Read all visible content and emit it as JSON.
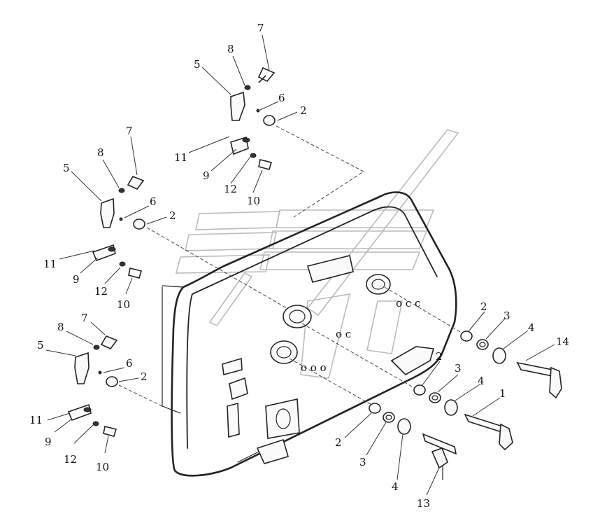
{
  "diagram": {
    "type": "exploded-parts-diagram",
    "callouts": [
      {
        "id": "c7a",
        "text": "7"
      },
      {
        "id": "c8a",
        "text": "8"
      },
      {
        "id": "c5a",
        "text": "5"
      },
      {
        "id": "c6a",
        "text": "6"
      },
      {
        "id": "c2a",
        "text": "2"
      },
      {
        "id": "c11a",
        "text": "11"
      },
      {
        "id": "c9a",
        "text": "9"
      },
      {
        "id": "c12a",
        "text": "12"
      },
      {
        "id": "c10a",
        "text": "10"
      },
      {
        "id": "c7b",
        "text": "7"
      },
      {
        "id": "c8b",
        "text": "8"
      },
      {
        "id": "c5b",
        "text": "5"
      },
      {
        "id": "c6b",
        "text": "6"
      },
      {
        "id": "c2b",
        "text": "2"
      },
      {
        "id": "c11b",
        "text": "11"
      },
      {
        "id": "c9b",
        "text": "9"
      },
      {
        "id": "c12b",
        "text": "12"
      },
      {
        "id": "c10b",
        "text": "10"
      },
      {
        "id": "c7c",
        "text": "7"
      },
      {
        "id": "c8c",
        "text": "8"
      },
      {
        "id": "c5c",
        "text": "5"
      },
      {
        "id": "c6c",
        "text": "6"
      },
      {
        "id": "c2c",
        "text": "2"
      },
      {
        "id": "c11c",
        "text": "11"
      },
      {
        "id": "c9c",
        "text": "9"
      },
      {
        "id": "c12c",
        "text": "12"
      },
      {
        "id": "c10c",
        "text": "10"
      },
      {
        "id": "c2d",
        "text": "2"
      },
      {
        "id": "c3d",
        "text": "3"
      },
      {
        "id": "c4d",
        "text": "4"
      },
      {
        "id": "c14",
        "text": "14"
      },
      {
        "id": "c2e",
        "text": "2"
      },
      {
        "id": "c3e",
        "text": "3"
      },
      {
        "id": "c4e",
        "text": "4"
      },
      {
        "id": "c1",
        "text": "1"
      },
      {
        "id": "c2f",
        "text": "2"
      },
      {
        "id": "c3f",
        "text": "3"
      },
      {
        "id": "c4f",
        "text": "4"
      },
      {
        "id": "c13",
        "text": "13"
      }
    ],
    "colors": {
      "line": "#222222",
      "background": "#ffffff",
      "watermark": "#bbbbbb"
    }
  }
}
